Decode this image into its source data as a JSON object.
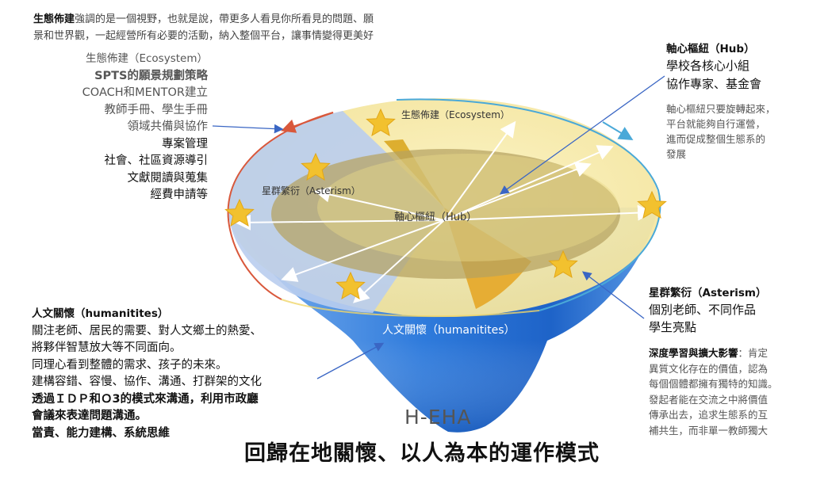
{
  "intro": {
    "bold": "生態佈建",
    "line1_rest": "強調的是一個視野，也就是說，帶更多人看見你所看見的問題、願",
    "line2": "景和世界觀，一起經營所有必要的活動，納入整個平台，讓事情變得更美好"
  },
  "ecosystem_panel": {
    "lines": [
      {
        "text": "生態佈建（Ecosystem）",
        "style": "grey"
      },
      {
        "text": "SPTS的願景規劃策略",
        "style": "bold-grey"
      },
      {
        "text": "COACH和MENTOR建立",
        "style": "grey"
      },
      {
        "text": "教師手冊、學生手冊",
        "style": "grey"
      },
      {
        "text": "領域共備與協作",
        "style": "grey"
      },
      {
        "text": "專案管理",
        "style": "dark"
      },
      {
        "text": "社會、社區資源導引",
        "style": "dark"
      },
      {
        "text": "文獻閱讀與蒐集",
        "style": "dark"
      },
      {
        "text": "經費申請等",
        "style": "dark"
      }
    ]
  },
  "hub_panel": {
    "title": "軸心樞紐（Hub）",
    "line1": "學校各核心小組",
    "line2": "協作專家、基金會",
    "desc": [
      "軸心樞紐只要旋轉起來，",
      "平台就能夠自行運營，",
      "進而促成整個生態系的",
      "發展"
    ]
  },
  "asterism_panel": {
    "title": "星群繁衍（Asterism）",
    "line1": "個別老師、不同作品",
    "line2": "學生亮點",
    "desc_bold": "深度學習與擴大影響",
    "desc_first_rest": "：肯定",
    "desc": [
      "異質文化存在的價值，認為",
      "每個個體都擁有獨特的知識。",
      "發起者能在交流之中將價值",
      "傳承出去，追求生態系的互",
      "補共生，而非單一教師獨大"
    ]
  },
  "humanities_panel": {
    "title": "人文關懷（humanitites）",
    "lines": [
      {
        "text": "關注老師、居民的需要、對人文鄉土的熱愛、",
        "bold": false
      },
      {
        "text": "將夥伴智慧放大等不同面向。",
        "bold": false
      },
      {
        "text": "同理心看到整體的需求、孩子的未來。",
        "bold": false
      },
      {
        "text": "建構容錯、容慢、協作、溝通、打群架的文化",
        "bold": false
      },
      {
        "text": "透過ＩＤＰ和Ｏ3的模式來溝通，利用市政廳",
        "bold": true
      },
      {
        "text": "會議來表達問題溝通。",
        "bold": true
      },
      {
        "text": "當責、能力建構、系統思維",
        "bold": true
      }
    ]
  },
  "diagram": {
    "label_ecosystem": "生態佈建（Ecosystem）",
    "label_asterism": "星群繁衍（Asterism）",
    "label_hub": "軸心樞紐（Hub）",
    "label_humanities": "人文關懷（humanitites）",
    "colors": {
      "outer_yellow": "#f6e9a6",
      "hub_olive": "#c9b56a",
      "cone_blue": "#3b82d6",
      "left_blue": "#b9cdee",
      "star": "#f2c12e",
      "arrow_blue": "#3a66c4",
      "arrow_red": "#d9583b"
    }
  },
  "caption": {
    "model_name": "H-EHA",
    "title": "回歸在地關懷、以人為本的運作模式"
  }
}
